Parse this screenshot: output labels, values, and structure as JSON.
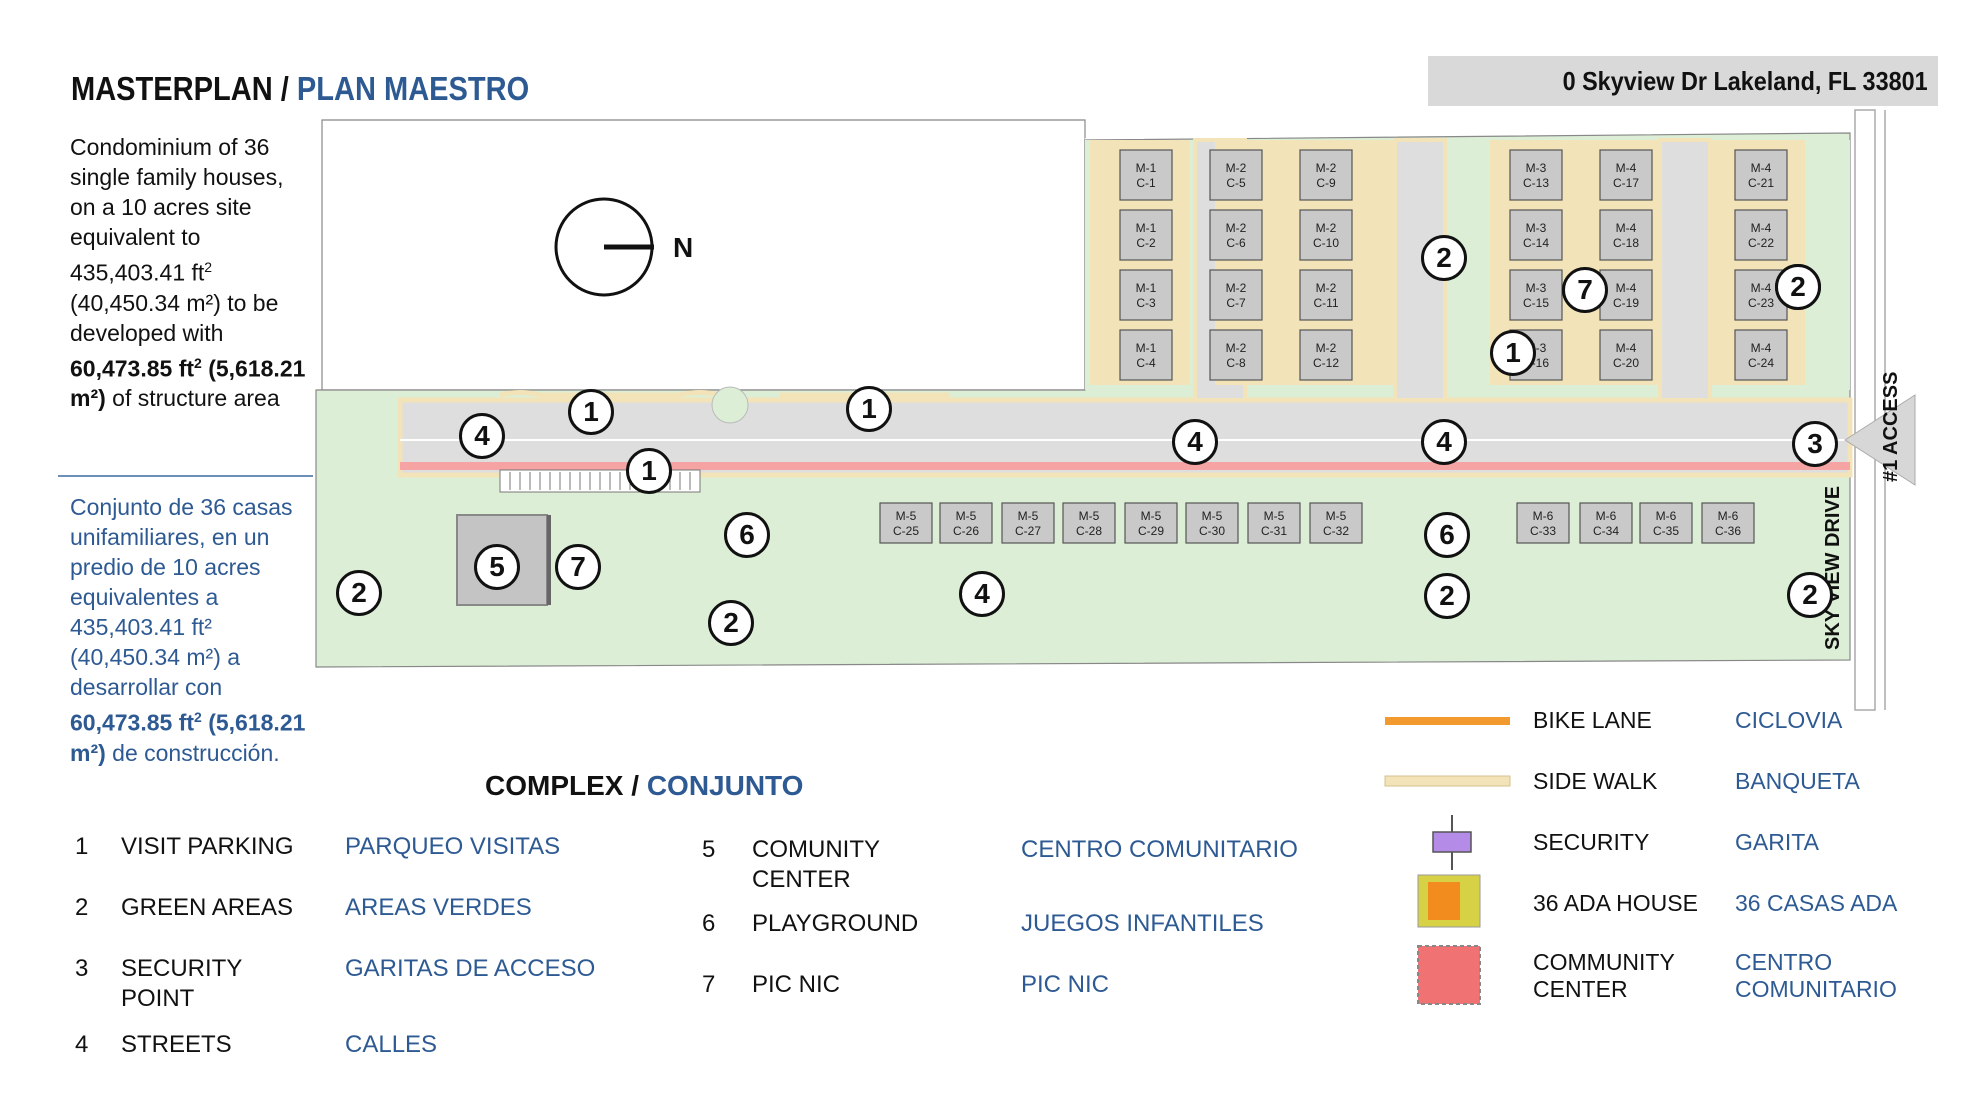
{
  "title": {
    "en": "MASTERPLAN",
    "sep": " / ",
    "es": "PLAN MAESTRO"
  },
  "address": "0 Skyview Dr Lakeland, FL 33801",
  "description_en": {
    "text": "Condominium of 36 single family houses, on a 10 acres site equivalent to 435,403.41 ft",
    "sup": "2",
    "text2": " (40,450.34 m²) to be developed with ",
    "bold1": "60,473.85 ft",
    "bold_sup": "2",
    "bold2": " (5,618.21 m²)",
    "text3": " of structure area"
  },
  "description_es": {
    "text": "Conjunto de 36 casas unifamiliares, en un predio de 10 acres equivalentes a 435,403.41 ft² (40,450.34 m²) a desarrollar con ",
    "bold1": "60,473.85 ft",
    "bold_sup": "2",
    "bold2": " (5,618.21 m²)",
    "text3": " de construcción."
  },
  "complex_heading": {
    "en": "COMPLEX",
    "sep": " / ",
    "es": "CONJUNTO"
  },
  "complex_items": [
    {
      "num": "1",
      "en": "VISIT PARKING",
      "es": "PARQUEO VISITAS"
    },
    {
      "num": "2",
      "en": "GREEN AREAS",
      "es": "AREAS VERDES"
    },
    {
      "num": "3",
      "en": "SECURITY POINT",
      "es": "GARITAS DE ACCESO"
    },
    {
      "num": "4",
      "en": "STREETS",
      "es": "CALLES"
    },
    {
      "num": "5",
      "en": "COMUNITY CENTER",
      "es": "CENTRO COMUNITARIO"
    },
    {
      "num": "6",
      "en": "PLAYGROUND",
      "es": "JUEGOS INFANTILES"
    },
    {
      "num": "7",
      "en": "PIC NIC",
      "es": "PIC NIC"
    }
  ],
  "symbol_legend": [
    {
      "icon": "bike-lane-swatch",
      "en": "BIKE LANE",
      "es": "CICLOVIA",
      "color": "#f29a2e"
    },
    {
      "icon": "sidewalk-swatch",
      "en": "SIDE WALK",
      "es": "BANQUETA",
      "color": "#f3e3b8"
    },
    {
      "icon": "security-icon",
      "en": "SECURITY",
      "es": "GARITA",
      "color": "#b48be6"
    },
    {
      "icon": "ada-house-icon",
      "en": "36 ADA HOUSE",
      "es": "36 CASAS ADA",
      "color": "#f28c1e"
    },
    {
      "icon": "community-center-swatch",
      "en": "COMMUNITY CENTER",
      "es": "CENTRO COMUNITARIO",
      "color": "#f07272"
    }
  ],
  "north_label": "N",
  "road_label": "SKY VIEW DRIVE",
  "access_label": "#1 ACCESS",
  "units_top": [
    [
      "M-1",
      "C-1"
    ],
    [
      "M-1",
      "C-2"
    ],
    [
      "M-1",
      "C-3"
    ],
    [
      "M-1",
      "C-4"
    ],
    [
      "M-2",
      "C-5"
    ],
    [
      "M-2",
      "C-6"
    ],
    [
      "M-2",
      "C-7"
    ],
    [
      "M-2",
      "C-8"
    ],
    [
      "M-2",
      "C-9"
    ],
    [
      "M-2",
      "C-10"
    ],
    [
      "M-2",
      "C-11"
    ],
    [
      "M-2",
      "C-12"
    ],
    [
      "M-3",
      "C-13"
    ],
    [
      "M-3",
      "C-14"
    ],
    [
      "M-3",
      "C-15"
    ],
    [
      "M-3",
      "C-16"
    ],
    [
      "M-4",
      "C-17"
    ],
    [
      "M-4",
      "C-18"
    ],
    [
      "M-4",
      "C-19"
    ],
    [
      "M-4",
      "C-20"
    ],
    [
      "M-4",
      "C-21"
    ],
    [
      "M-4",
      "C-22"
    ],
    [
      "M-4",
      "C-23"
    ],
    [
      "M-4",
      "C-24"
    ]
  ],
  "units_bottom": [
    [
      "M-5",
      "C-25"
    ],
    [
      "M-5",
      "C-26"
    ],
    [
      "M-5",
      "C-27"
    ],
    [
      "M-5",
      "C-28"
    ],
    [
      "M-5",
      "C-29"
    ],
    [
      "M-5",
      "C-30"
    ],
    [
      "M-5",
      "C-31"
    ],
    [
      "M-5",
      "C-32"
    ],
    [
      "M-6",
      "C-33"
    ],
    [
      "M-6",
      "C-34"
    ],
    [
      "M-6",
      "C-35"
    ],
    [
      "M-6",
      "C-36"
    ]
  ],
  "markers": [
    "1",
    "1",
    "1",
    "1",
    "2",
    "2",
    "2",
    "2",
    "2",
    "2",
    "2",
    "3",
    "4",
    "4",
    "4",
    "4",
    "5",
    "6",
    "6",
    "7",
    "7"
  ],
  "colors": {
    "green": "#dcefd6",
    "street": "#dedede",
    "sidewalk": "#f3e3b8",
    "bike": "#f5a3a3",
    "blue": "#2e5a93"
  }
}
